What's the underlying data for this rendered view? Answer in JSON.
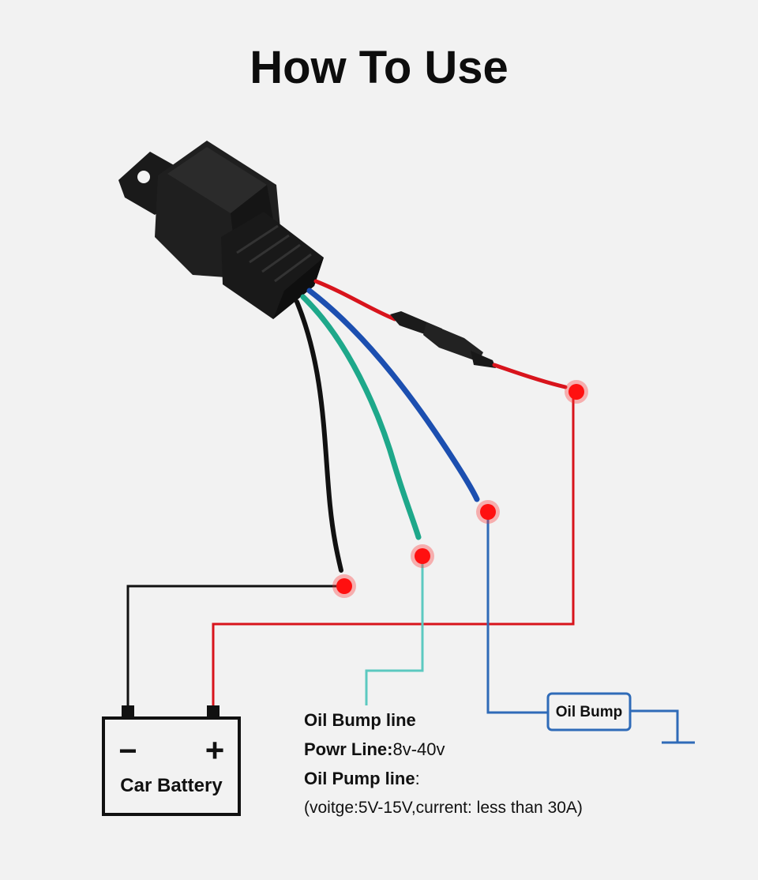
{
  "title": "How To Use",
  "battery": {
    "label": "Car Battery",
    "minus": "−",
    "plus": "+"
  },
  "load": {
    "label": "Oil Bump"
  },
  "legend": {
    "line1": "Oil Bump line",
    "line2_label": "Powr Line",
    "line2_colon": ":",
    "line2_value": "8v-40v",
    "line3_label": "Oil Pump line",
    "line3_colon": ":",
    "line4": "(voitge:5V-15V,current: less than 30A)"
  },
  "colors": {
    "background": "#f2f2f2",
    "wire_black": "#111111",
    "wire_red": "#d8141c",
    "wire_green": "#1ea88a",
    "wire_blue": "#1c4fb0",
    "line_teal": "#5cc9c0",
    "line_blue": "#2f6bb8",
    "terminal_dot": "#ff1010",
    "relay_body": "#1c1c1c"
  }
}
